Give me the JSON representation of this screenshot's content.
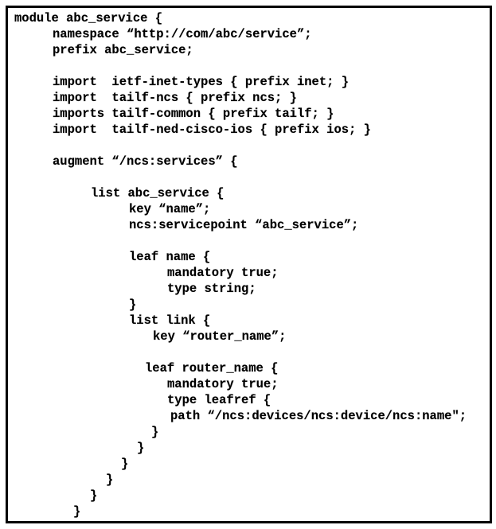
{
  "code": {
    "lines": [
      "module abc_service {",
      "namespace “http://com/abc/service”;",
      "prefix abc_service;",
      "import  ietf-inet-types { prefix inet; }",
      "import  tailf-ncs { prefix ncs; }",
      "imports tailf-common { prefix tailf; }",
      "import  tailf-ned-cisco-ios { prefix ios; }",
      "augment “/ncs:services” {",
      "list abc_service {",
      "key “name”;",
      "ncs:servicepoint “abc_service”;",
      "leaf name {",
      "mandatory true;",
      "type string;",
      "}",
      "list link {",
      "key “router_name”;",
      "leaf router_name {",
      "mandatory true;",
      "type leafref {",
      "path “/ncs:devices/ncs:device/ncs:name\";",
      "}",
      "}",
      "}",
      "}",
      "}",
      "}"
    ]
  }
}
